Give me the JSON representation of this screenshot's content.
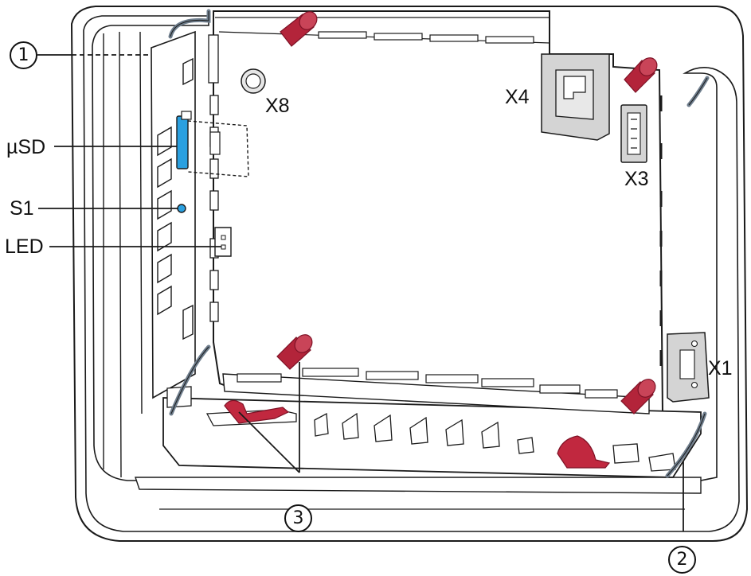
{
  "labels": {
    "usd": "µSD",
    "s1": "S1",
    "led": "LED",
    "x8": "X8",
    "x4": "X4",
    "x3": "X3",
    "x1": "X1"
  },
  "callouts": {
    "c1": "1",
    "c2": "2",
    "c3": "3"
  },
  "colors": {
    "outline": "#1a1a1a",
    "housing": "#ffffff",
    "screw_red": "#b3243a",
    "screw_dark": "#7e1226",
    "clip_red": "#c1283f",
    "sd_card": "#2aa0e0",
    "connector_gray": "#d4d4d4",
    "wire_gray": "#6e7d8c"
  }
}
